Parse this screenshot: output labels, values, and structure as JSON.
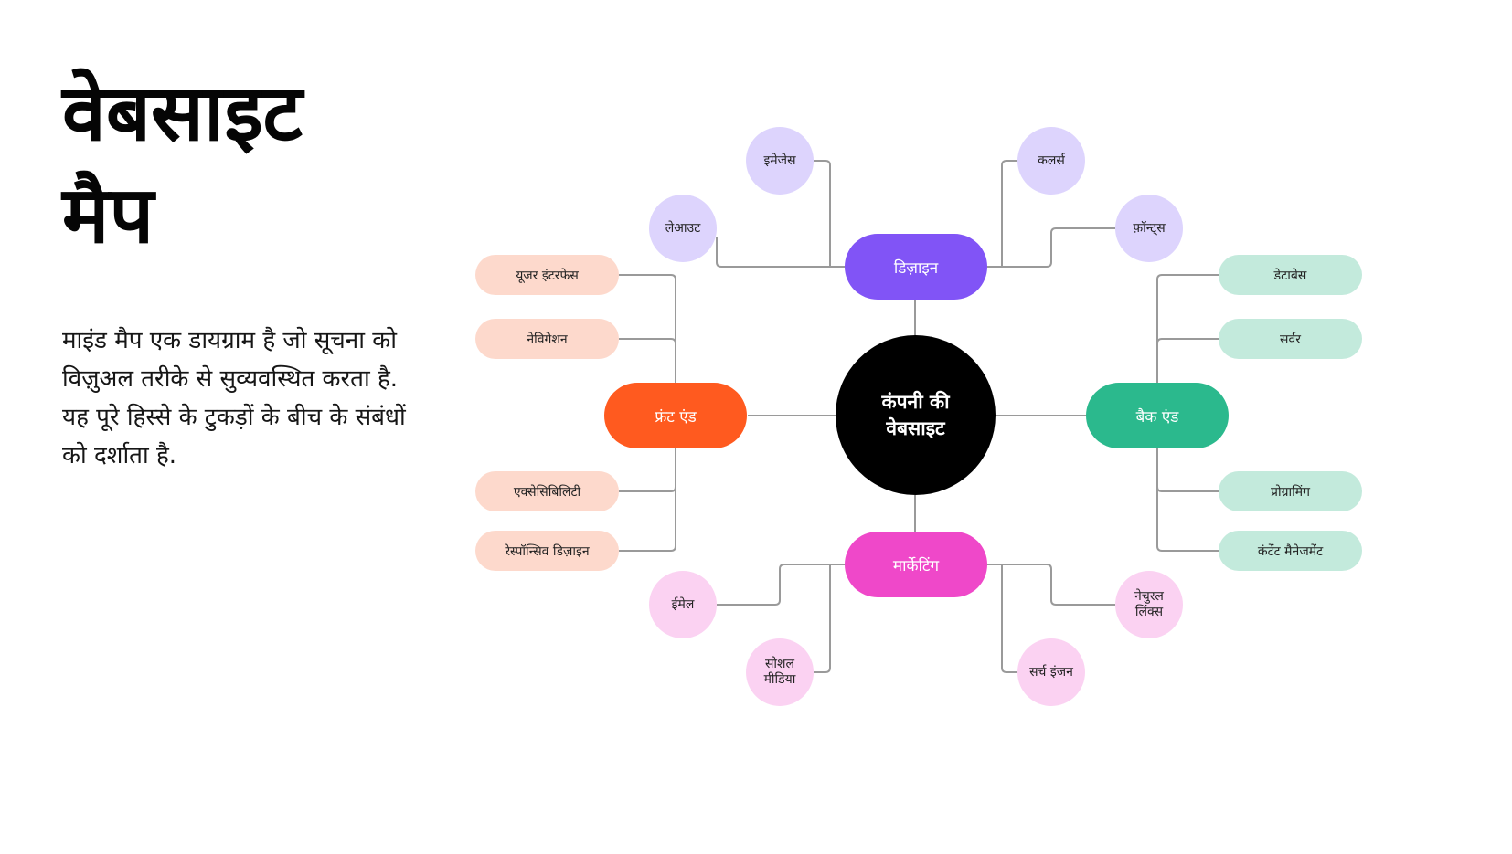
{
  "page": {
    "title_line_1": "वेबसाइट",
    "title_line_2": "मैप",
    "description": "माइंड मैप एक डायग्राम है जो सूचना को विज़ुअल तरीके से सुव्यवस्थित करता है. यह पूरे हिस्से के टुकड़ों के बीच के संबंधों को दर्शाता है."
  },
  "colors": {
    "center": "#000000",
    "design": "#8154f6",
    "design_light": "#ddd4fd",
    "frontend": "#ff5a1f",
    "frontend_light": "#fdd9cc",
    "backend": "#2bb98d",
    "backend_light": "#c3eadc",
    "marketing": "#ef48c9",
    "marketing_light": "#fbd2f2",
    "connector": "#9a9a9a"
  },
  "mindmap": {
    "center": {
      "label_line_1": "कंपनी की",
      "label_line_2": "वेबसाइट"
    },
    "design": {
      "label": "डिज़ाइन",
      "children": [
        "इमेजेस",
        "कलर्स",
        "लेआउट",
        "फ़ॉन्ट्स"
      ]
    },
    "frontend": {
      "label": "फ्रंट एंड",
      "children": [
        "यूजर इंटरफेस",
        "नेविगेशन",
        "एक्सेसिबिलिटी",
        "रेस्पॉन्सिव डिज़ाइन"
      ]
    },
    "backend": {
      "label": "बैक एंड",
      "children": [
        "डेटाबेस",
        "सर्वर",
        "प्रोग्रामिंग",
        "कंटेंट मैनेजमेंट"
      ]
    },
    "marketing": {
      "label": "मार्केटिंग",
      "children": [
        "ईमेल",
        "नेचुरल लिंक्स",
        "सोशल मीडिया",
        "सर्च इंजन"
      ]
    }
  }
}
